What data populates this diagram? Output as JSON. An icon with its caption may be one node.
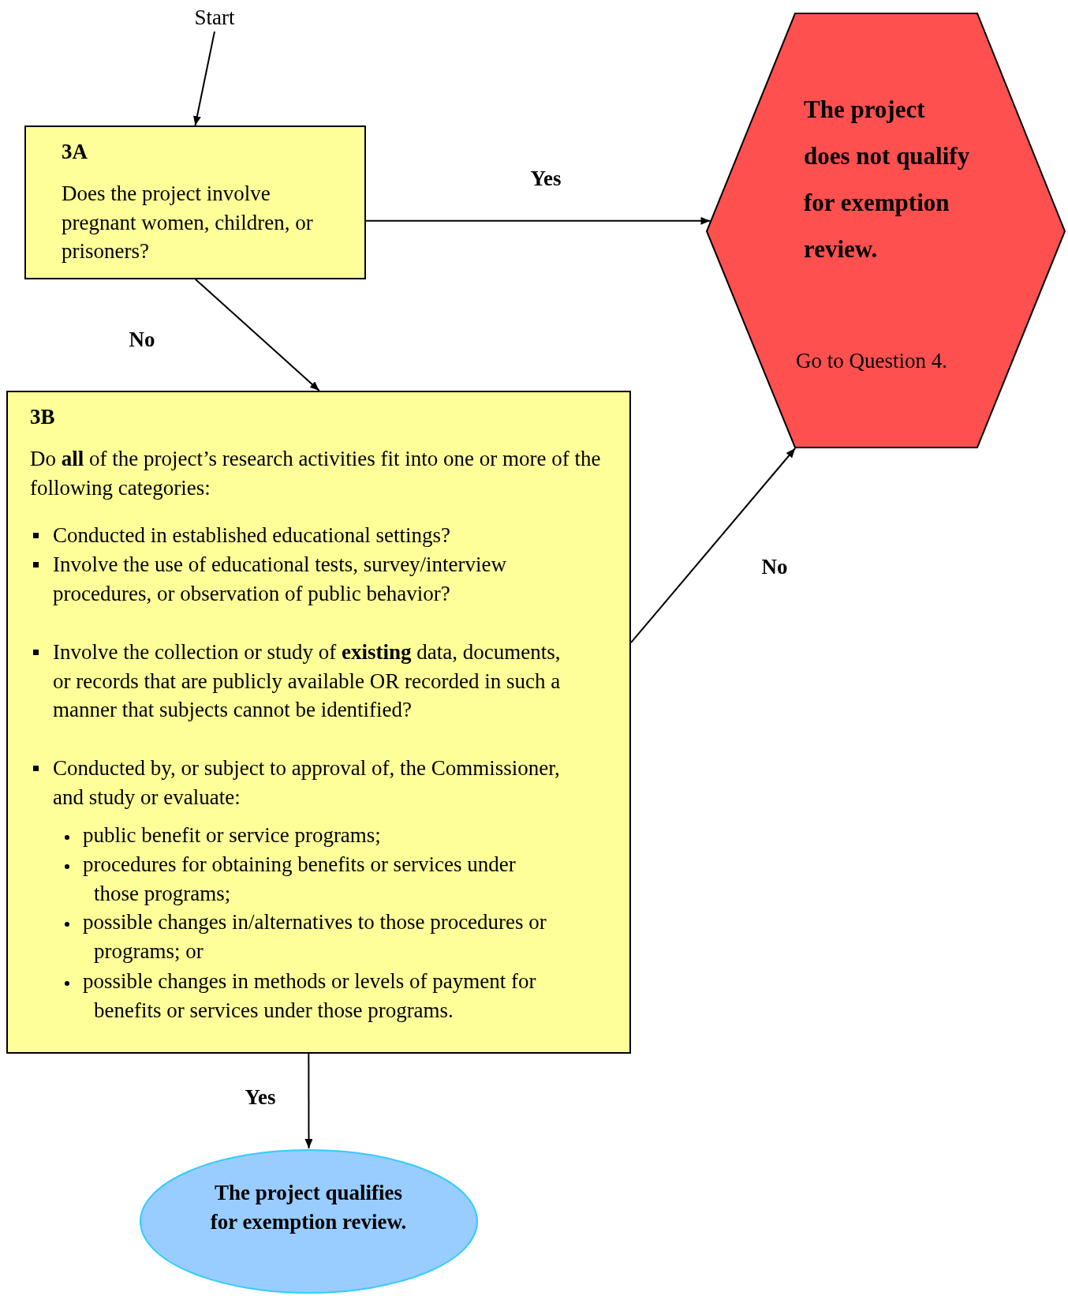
{
  "diagram": {
    "nodes": [
      {
        "text": [
          "Start"
        ]
      },
      {
        "text": [
          "3A",
          "Does the project involve pregnant women, children, or prisoners?"
        ]
      },
      {
        "text": [
          "The project does not qualify for exemption review.",
          "Go to Question 4."
        ]
      },
      {
        "text": [
          "3B",
          "Do **all** of the project’s research activities fit into one or more of the following categories:",
          "Conducted in established educational settings?",
          "Involve the use of educational tests, survey/interview procedures, or observation of public behavior?",
          "Involve the collection or study of **existing** data, documents, or records that are publicly available OR recorded in such a manner that subjects cannot be identified?",
          "Conducted by, or subject to approval of, the Commissioner, and study or evaluate:",
          "public benefit or service programs;",
          "procedures for obtaining benefits or services under those programs;",
          "possible changes in/alternatives to those procedures or programs; or",
          "possible changes in methods or levels of payment for benefits or services under those programs."
        ]
      },
      {
        "text": [
          "The project qualifies for exemption review."
        ]
      }
    ],
    "edges": [
      {
        "from": 0,
        "to": 1,
        "arrow": "to"
      },
      {
        "from": 1,
        "to": 2,
        "arrow": "to",
        "label": "Yes"
      },
      {
        "from": 1,
        "to": 3,
        "arrow": "to",
        "label": "No"
      },
      {
        "from": 3,
        "to": 2,
        "arrow": "to",
        "label": "No"
      },
      {
        "from": 3,
        "to": 4,
        "arrow": "to",
        "label": "Yes"
      }
    ]
  }
}
